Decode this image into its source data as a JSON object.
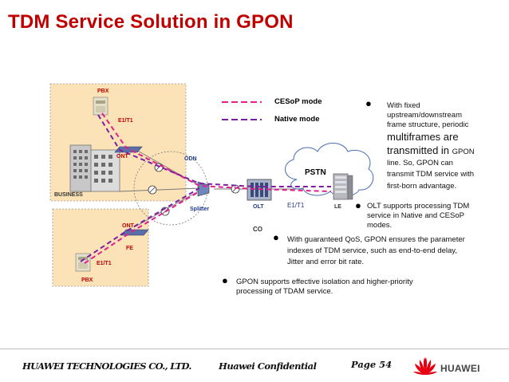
{
  "title": "TDM  Service Solution in GPON",
  "diagram": {
    "pbx_top": "PBX",
    "e1t1_top": "E1/T1",
    "ont_top": "ONT",
    "business": "BUSINESS",
    "odn": "ODN",
    "splitter": "Splitter",
    "ont_bottom": "ONT",
    "fe": "FE",
    "e1t1_bottom": "E1/T1",
    "pbx_bottom": "PBX",
    "olt": "OLT",
    "co": "CO",
    "e1t1_olt": "E1/T1",
    "pstn": "PSTN",
    "le": "LE"
  },
  "legend": {
    "cesop": "CESoP mode",
    "native": "Native mode",
    "colors": {
      "cesop": "#e0218a",
      "native": "#7b1fa2"
    }
  },
  "bullets": {
    "b1_line1": "With fixed",
    "b1_line2": "upstream/downstream",
    "b1_line3": "frame structure, periodic",
    "b1_line4": "multiframes are",
    "b1_line5a": "transmitted in ",
    "b1_line5b": "GPON",
    "b1_line6": "line. So, GPON can",
    "b1_line7": "transmit TDM service with",
    "b1_line8": "first-born advantage.",
    "b2_line1": "OLT supports processing TDM",
    "b2_line2": "service in Native and CESoP",
    "b2_line3": "modes.",
    "b3_line1": "With guaranteed QoS, GPON ensures the parameter",
    "b3_line2": "indexes of TDM service, such as end-to-end delay,",
    "b3_line3": "Jitter and error bit rate.",
    "b4_line1": "GPON supports effective isolation and higher-priority",
    "b4_line2": "processing of TDAM service."
  },
  "footer": {
    "company": "HUAWEI TECHNOLOGIES CO., LTD.",
    "confidential": "Huawei Confidential",
    "page": "Page 54",
    "brand": "HUAWEI",
    "brand_color": "#e60012"
  }
}
